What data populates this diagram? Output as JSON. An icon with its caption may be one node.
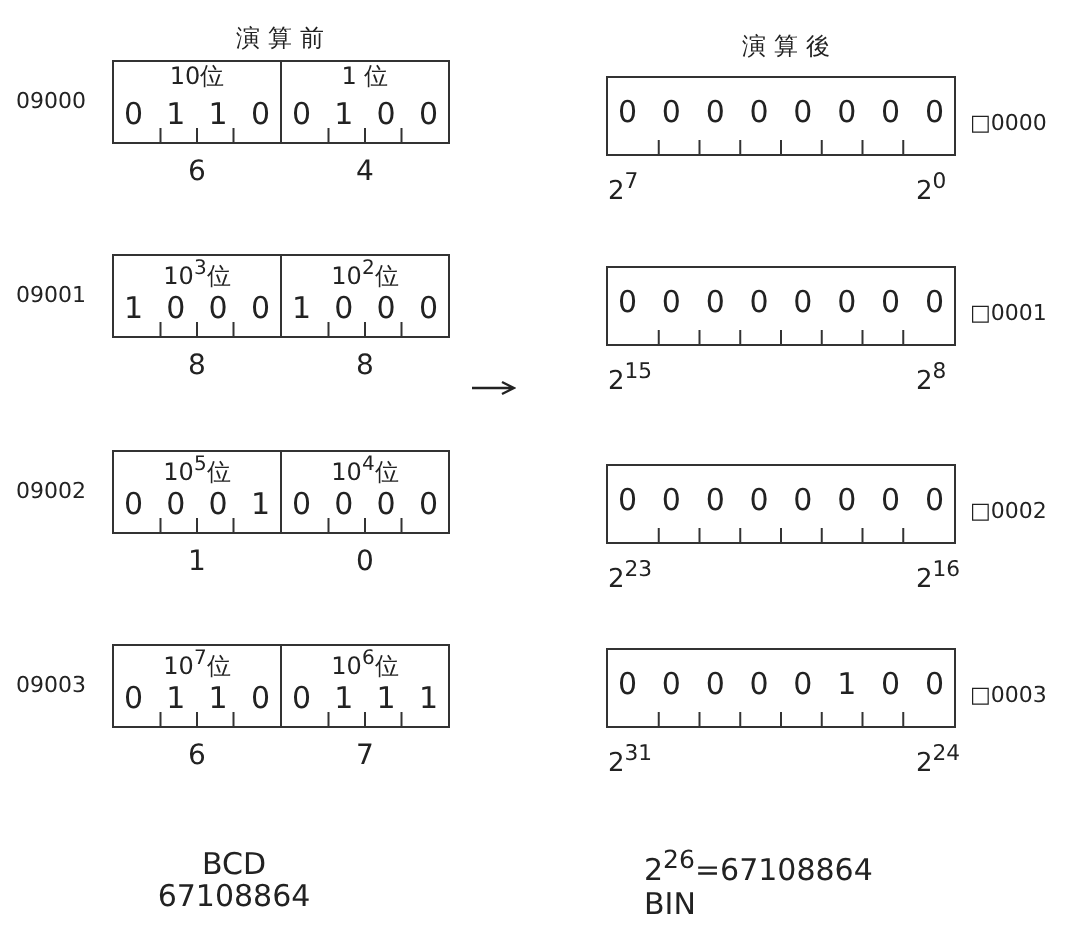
{
  "diagram": {
    "nodes": [
      {
        "text": [
          "10位",
          "0 1 1 0"
        ],
        "beside": [
          "6"
        ]
      },
      {
        "text": [
          "1 位",
          "0 1 0 0"
        ],
        "beside": [
          "4"
        ]
      },
      {
        "text": [
          "10$^{3}$位",
          "1 0 0 0"
        ],
        "beside": [
          "8"
        ]
      },
      {
        "text": [
          "10$^{2}$位",
          "1 0 0 0"
        ],
        "beside": [
          "8"
        ]
      },
      {
        "text": [
          "10$^{5}$位",
          "0 0 0 1"
        ],
        "beside": [
          "1"
        ]
      },
      {
        "text": [
          "10$^{4}$位",
          "0 0 0 0"
        ],
        "beside": [
          "0"
        ]
      },
      {
        "text": [
          "10$^{7}$位",
          "0 1 1 0"
        ],
        "beside": [
          "6"
        ]
      },
      {
        "text": [
          "10$^{6}$位",
          "0 1 1 1"
        ],
        "beside": [
          "7"
        ]
      },
      {
        "text": [
          "0 0 0 0 0 0 0 0"
        ]
      },
      {
        "text": [
          "0 0 0 0 0 0 0 0"
        ]
      },
      {
        "text": [
          "0 0 0 0 0 0 0 0"
        ]
      },
      {
        "text": [
          "0 0 0 0 0 1 0 0"
        ]
      }
    ],
    "labels": [
      "演 算 前",
      "演 算 後",
      "09000",
      "□0000",
      "2$^{7}$",
      "2$^{0}$",
      "09001",
      "□0001",
      "2$^{15}$",
      "2$^{8}$",
      "09002",
      "□0002",
      "2$^{23}$",
      "2$^{16}$",
      "09003",
      "□0003",
      "2$^{31}$",
      "2$^{24}$",
      "BCD",
      "2$^{26}$=67108864",
      "67108864",
      "BIN"
    ]
  }
}
